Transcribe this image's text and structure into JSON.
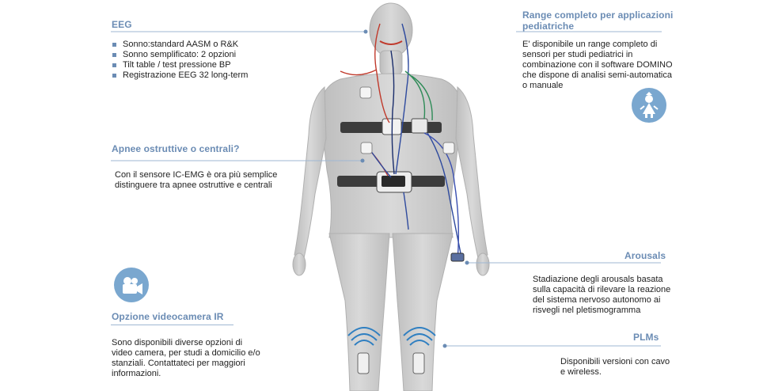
{
  "eeg": {
    "title": "EEG",
    "items": [
      "Sonno:standard AASM o R&K",
      "Sonno semplificato: 2 opzioni",
      "Tilt table / test pressione BP",
      "Registrazione EEG 32 long-term"
    ]
  },
  "apnea": {
    "title": "Apnee ostruttive o centrali?",
    "text_line1": "Con il sensore IC-EMG è ora più semplice",
    "text_line2": "distinguere tra apnee ostruttive e centrali"
  },
  "camera": {
    "title": "Opzione videocamera IR",
    "text_line1": "Sono disponibili diverse opzioni di",
    "text_line2": "video camera, per studi a domicilio e/o",
    "text_line3": "stanziali. Contattateci per maggiori",
    "text_line4": "informazioni.",
    "icon": "video-camera-icon"
  },
  "pediatric": {
    "title_line1": "Range completo per applicazioni",
    "title_line2": "pediatriche",
    "text_line1": "E' disponibile un range completo di",
    "text_line2": "sensori per studi pediatrici in",
    "text_line3": "combinazione con il software DOMINO",
    "text_line4": "che dispone di analisi semi-automatica",
    "text_line5": "o manuale",
    "icon": "child-icon"
  },
  "arousals": {
    "title": "Arousals",
    "text_line1": "Stadiazione degli arousals basata",
    "text_line2": "sulla capacità di rilevare la reazione",
    "text_line3": "del sistema nervoso autonomo ai",
    "text_line4": "risvegli nel pletismogramma"
  },
  "plms": {
    "title": "PLMs",
    "text_line1": "Disponibili versioni con cavo",
    "text_line2": "e wireless."
  },
  "colors": {
    "accent": "#6b8cb4",
    "body": "#cfcfcf",
    "icon_bg": "#7aa7cf"
  }
}
